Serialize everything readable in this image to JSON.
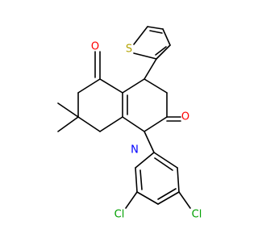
{
  "molecule": {
    "atoms": [
      {
        "id": "S1",
        "label": "S"
      },
      {
        "id": "O5",
        "label": "O"
      },
      {
        "id": "O2",
        "label": "O"
      },
      {
        "id": "N1",
        "label": "N"
      },
      {
        "id": "Cl1",
        "label": "Cl"
      },
      {
        "id": "Cl2",
        "label": "Cl"
      }
    ],
    "colors": {
      "bond": "#000000",
      "S": "#b3a300",
      "O": "#ff0000",
      "N": "#0000ff",
      "Cl": "#00a000"
    }
  }
}
